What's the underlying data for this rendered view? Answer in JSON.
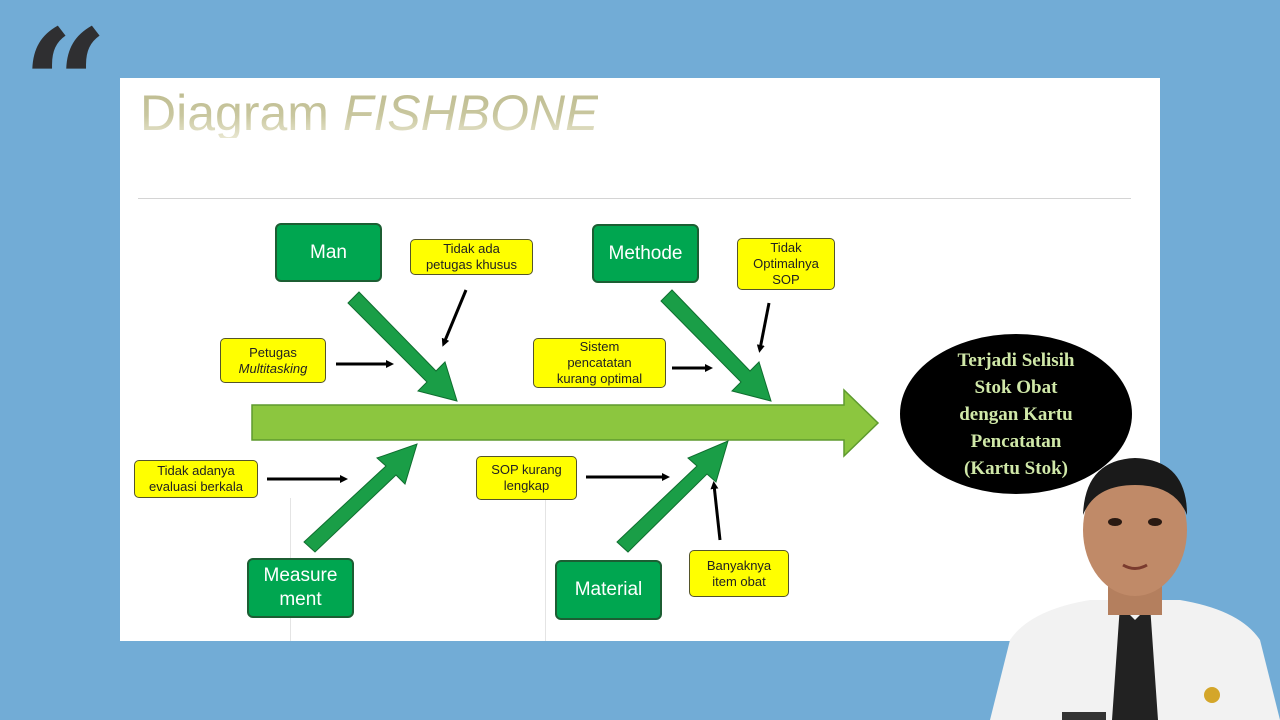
{
  "colors": {
    "background": "#72acd6",
    "slide": "#ffffff",
    "category_fill": "#00a650",
    "cause_fill": "#ffff00",
    "spine": "#8cc63f",
    "bone": "#1a9e47",
    "effect_fill": "#000000",
    "effect_text": "#d0e8a8"
  },
  "quote_mark": "“",
  "title": {
    "part1": "Diagram ",
    "part2": "FISHBONE"
  },
  "diagram": {
    "categories": {
      "man": "Man",
      "methode": "Methode",
      "measurement": "Measure\nment",
      "material": "Material"
    },
    "causes": {
      "man_1": "Tidak ada\npetugas khusus",
      "man_2_line1": "Petugas",
      "man_2_line2": "Multitasking",
      "methode_1": "Tidak\nOptimalnya\nSOP",
      "methode_2": "Sistem\npencatatan\nkurang optimal",
      "measurement_1": "Tidak adanya\nevaluasi berkala",
      "material_1": "SOP kurang\nlengkap",
      "material_2": "Banyaknya\nitem obat"
    },
    "effect": "Terjadi Selisih\nStok Obat\ndengan Kartu\nPencatatan\n(Kartu Stok)"
  },
  "presenter": {
    "type": "person-webcam-overlay"
  }
}
